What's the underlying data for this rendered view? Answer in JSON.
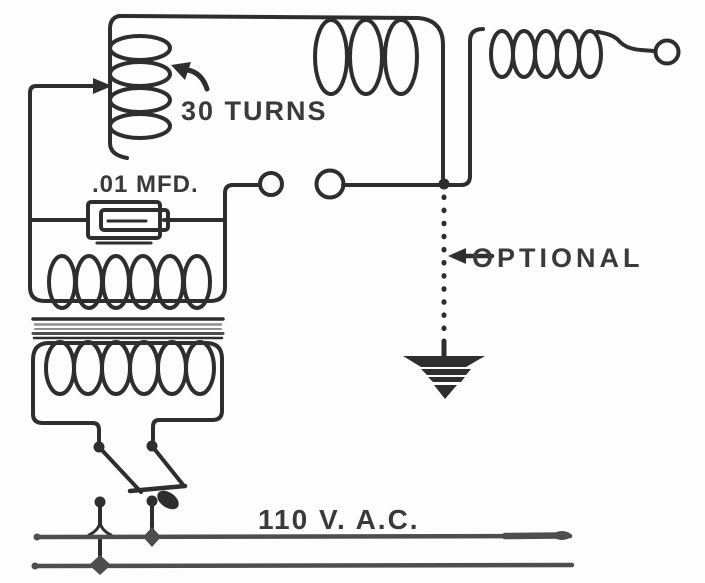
{
  "diagram": {
    "type": "hand-drawn circuit schematic",
    "labels": {
      "turns": "30 TURNS",
      "capacitor": ".01 MFD.",
      "optional": "OPTIONAL",
      "supply": "110 V. A.C."
    },
    "colors": {
      "ink": "#2e2e2e",
      "text": "#3a3a3a",
      "gray": "#4e4e4e",
      "core_light": "#8f8f8f",
      "background": "#fdfdfd"
    },
    "components": [
      "tapped-coil-30-turns",
      "blocking-capacitor-01-mfd",
      "spark-gap",
      "iron-core-power-transformer",
      "double-pole-knife-switch",
      "110v-ac-supply-lines",
      "optional-earth-ground",
      "aerial-coil",
      "terminal-ball"
    ]
  }
}
